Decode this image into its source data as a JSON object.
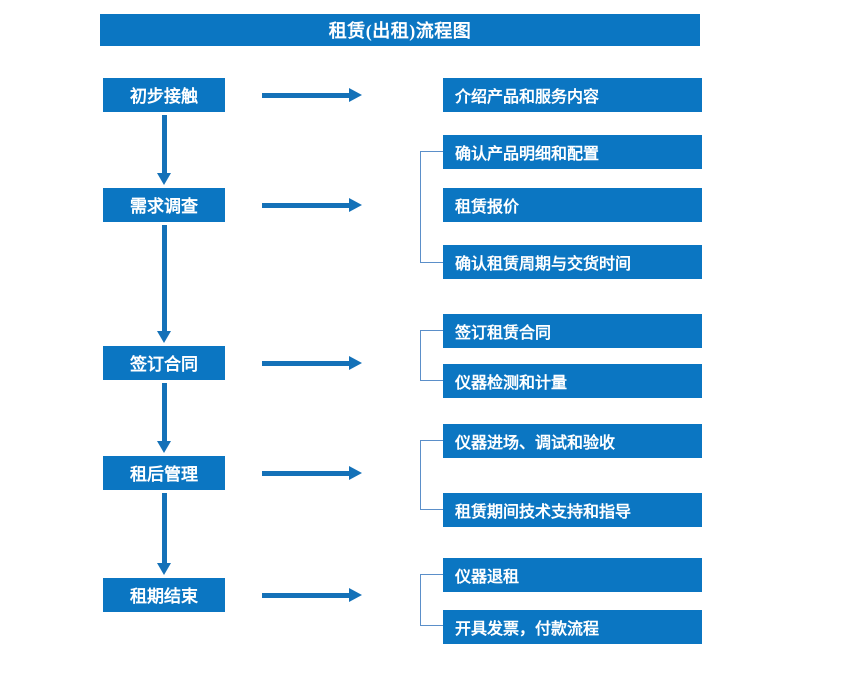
{
  "diagram": {
    "title": "租赁(出租)流程图",
    "colors": {
      "box_fill": "#0b76c2",
      "box_text": "#ffffff",
      "arrow": "#1471b8",
      "brace": "#5b8fc9",
      "background": "#ffffff"
    },
    "stages": [
      {
        "id": "stage-1",
        "label": "初步接触"
      },
      {
        "id": "stage-2",
        "label": "需求调查"
      },
      {
        "id": "stage-3",
        "label": "签订合同"
      },
      {
        "id": "stage-4",
        "label": "租后管理"
      },
      {
        "id": "stage-5",
        "label": "租期结束"
      }
    ],
    "tasks": [
      {
        "id": "task-1-1",
        "label": "介绍产品和服务内容"
      },
      {
        "id": "task-2-1",
        "label": "确认产品明细和配置"
      },
      {
        "id": "task-2-2",
        "label": "租赁报价"
      },
      {
        "id": "task-2-3",
        "label": "确认租赁周期与交货时间"
      },
      {
        "id": "task-3-1",
        "label": "签订租赁合同"
      },
      {
        "id": "task-3-2",
        "label": "仪器检测和计量"
      },
      {
        "id": "task-4-1",
        "label": "仪器进场、调试和验收"
      },
      {
        "id": "task-4-2",
        "label": "租赁期间技术支持和指导"
      },
      {
        "id": "task-5-1",
        "label": "仪器退租"
      },
      {
        "id": "task-5-2",
        "label": "开具发票，付款流程"
      }
    ]
  }
}
